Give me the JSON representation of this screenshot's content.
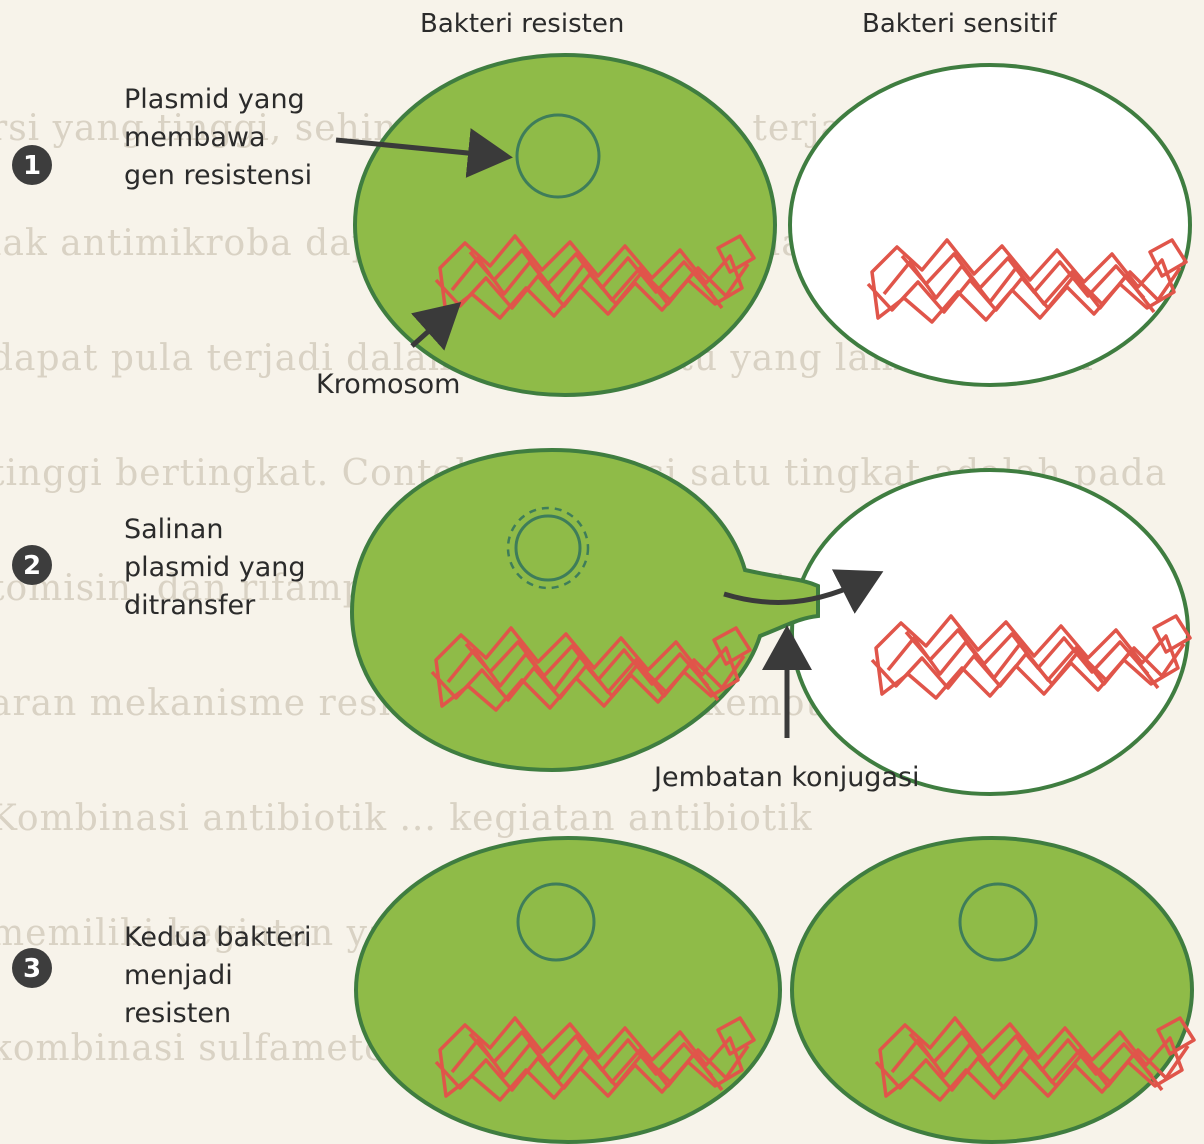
{
  "headers": {
    "resistant": "Bakteri resisten",
    "sensitive": "Bakteri sensitif"
  },
  "steps": [
    {
      "number": "1",
      "caption_lines": [
        "Plasmid yang",
        "membawa",
        "gen resistensi"
      ]
    },
    {
      "number": "2",
      "caption_lines": [
        "Salinan",
        "plasmid yang",
        "ditransfer"
      ]
    },
    {
      "number": "3",
      "caption_lines": [
        "Kedua bakteri",
        "menjadi",
        "resisten"
      ]
    }
  ],
  "labels": {
    "chromosome": "Kromosom",
    "conjugation_bridge": "Jembatan konjugasi"
  },
  "colors": {
    "cell_fill": "#8fbb48",
    "cell_stroke": "#3f7d40",
    "sensitive_fill": "#ffffff",
    "chromosome": "#e0554a",
    "plasmid": "#3e7d5a",
    "arrow": "#3a3a3a",
    "step_badge": "#3d3d3d"
  }
}
